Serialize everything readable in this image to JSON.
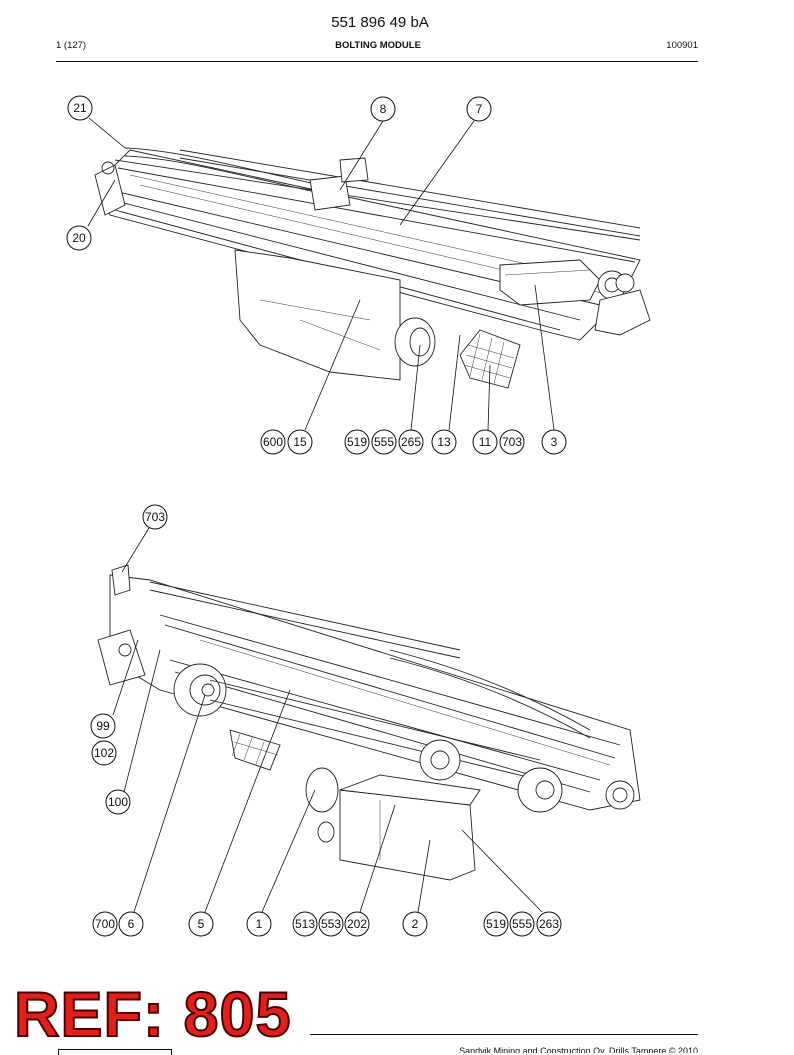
{
  "header": {
    "doc_number": "551 896 49 bA",
    "page": "1 (127)",
    "title": "BOLTING MODULE",
    "code": "100901"
  },
  "figure_top": {
    "callouts": [
      "21",
      "8",
      "7",
      "20",
      "600",
      "15",
      "519",
      "555",
      "265",
      "13",
      "11",
      "703",
      "3"
    ]
  },
  "figure_bottom": {
    "callouts": [
      "703",
      "99",
      "102",
      "100",
      "700",
      "6",
      "5",
      "1",
      "513",
      "553",
      "202",
      "2",
      "519",
      "555",
      "263"
    ]
  },
  "stamp": {
    "text": "REF: 805"
  },
  "footer": {
    "copyright": "Sandvik Mining and Construction Oy, Drills Tampere © 2010"
  }
}
